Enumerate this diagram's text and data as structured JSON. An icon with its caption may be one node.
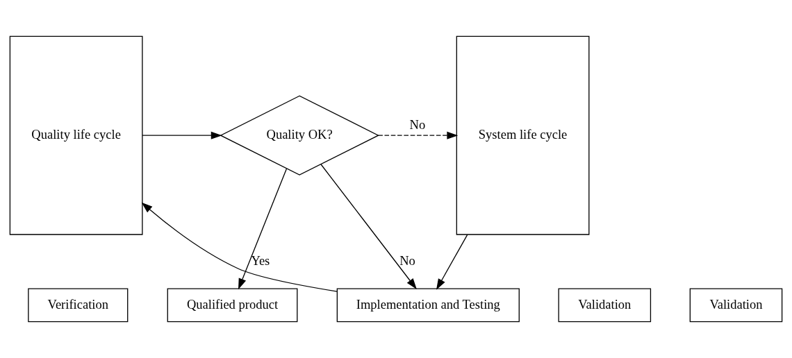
{
  "diagram": {
    "nodes": [
      {
        "text": [
          "Verification"
        ]
      },
      {
        "text": [
          "System life cycle"
        ]
      },
      {
        "text": [
          "Validation"
        ]
      },
      {
        "text": [
          "Qualified product"
        ]
      },
      {
        "text": [
          "Quality OK?"
        ]
      },
      {
        "text": [
          "Validation"
        ]
      },
      {
        "text": [
          "Quality life cycle"
        ]
      },
      {
        "text": [
          "Implementation and Testing"
        ]
      }
    ],
    "edges": [
      {
        "from": 4,
        "to": 1,
        "arrow": "to",
        "label": "No",
        "style": "dashed"
      },
      {
        "from": 4,
        "to": 3,
        "arrow": "to",
        "label": "Yes"
      },
      {
        "from": 4,
        "to": 7,
        "arrow": "to",
        "label": "No"
      },
      {
        "from": 6,
        "to": 4,
        "arrow": "to"
      },
      {
        "from": 1,
        "to": 7,
        "arrow": "to"
      },
      {
        "from": 7,
        "to": 6,
        "arrow": "to"
      }
    ]
  }
}
